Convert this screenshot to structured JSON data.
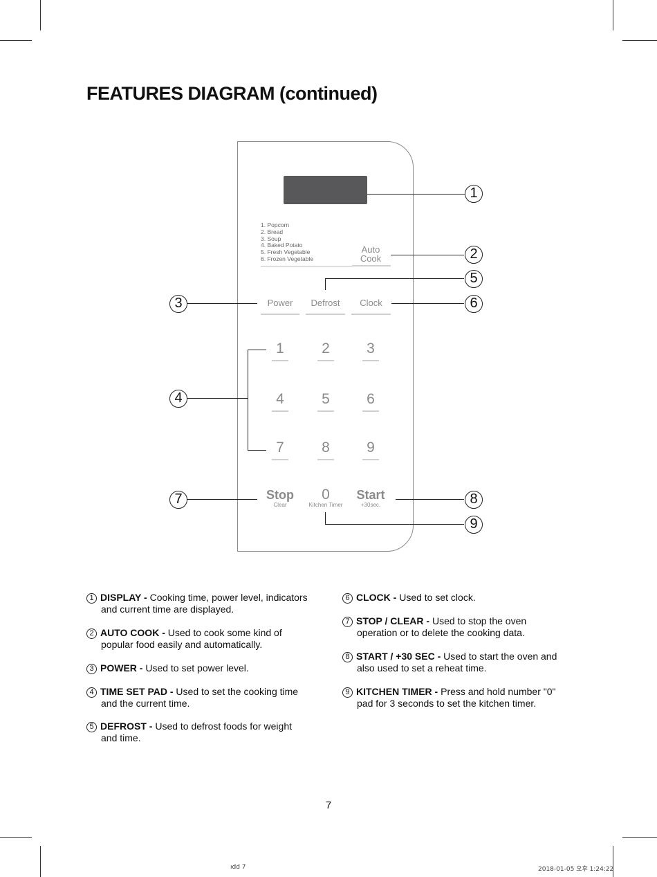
{
  "title": "FEATURES DIAGRAM (continued)",
  "panel": {
    "auto_cook_menu": [
      "1. Popcorn",
      "2. Bread",
      "3. Soup",
      "4. Baked Potato",
      "5. Fresh Vegetable",
      "6. Frozen Vegetable"
    ],
    "keys": {
      "auto_cook": [
        "Auto",
        "Cook"
      ],
      "power": "Power",
      "defrost": "Defrost",
      "clock": "Clock",
      "digits": [
        "1",
        "2",
        "3",
        "4",
        "5",
        "6",
        "7",
        "8",
        "9"
      ],
      "stop": "Stop",
      "stop_sub": "Clear",
      "zero": "0",
      "zero_sub": "Kitchen Timer",
      "start": "Start",
      "start_sub": "+30sec."
    }
  },
  "callouts": [
    "1",
    "2",
    "3",
    "4",
    "5",
    "6",
    "7",
    "8",
    "9"
  ],
  "descriptions": {
    "left": [
      {
        "num": "1",
        "title": "DISPLAY -",
        "line1": " Cooking time, power level, indicators",
        "line2": "and current time are displayed."
      },
      {
        "num": "2",
        "title": "AUTO COOK -",
        "line1": " Used to cook some kind of",
        "line2": "popular food easily and automatically."
      },
      {
        "num": "3",
        "title": "POWER -",
        "line1": " Used to set power level.",
        "line2": ""
      },
      {
        "num": "4",
        "title": "TIME SET PAD -",
        "line1": " Used to set the cooking time",
        "line2": "and the current time."
      },
      {
        "num": "5",
        "title": "DEFROST -",
        "line1": " Used to defrost foods for weight",
        "line2": "and time."
      }
    ],
    "right": [
      {
        "num": "6",
        "title": "CLOCK -",
        "line1": " Used to set clock.",
        "line2": ""
      },
      {
        "num": "7",
        "title": "STOP / CLEAR -",
        "line1": " Used to stop the oven",
        "line2": "operation or to delete the cooking data."
      },
      {
        "num": "8",
        "title": "START / +30 SEC -",
        "line1": " Used to start the oven and",
        "line2": "also used to set a reheat time."
      },
      {
        "num": "9",
        "title": "KITCHEN TIMER -",
        "line1": " Press and hold number \"0\"",
        "line2": "pad for 3 seconds to set the kitchen timer."
      }
    ]
  },
  "page_number": "7",
  "footer": {
    "left": "ıdd   7",
    "right": "2018-01-05   오후 1:24:22"
  }
}
